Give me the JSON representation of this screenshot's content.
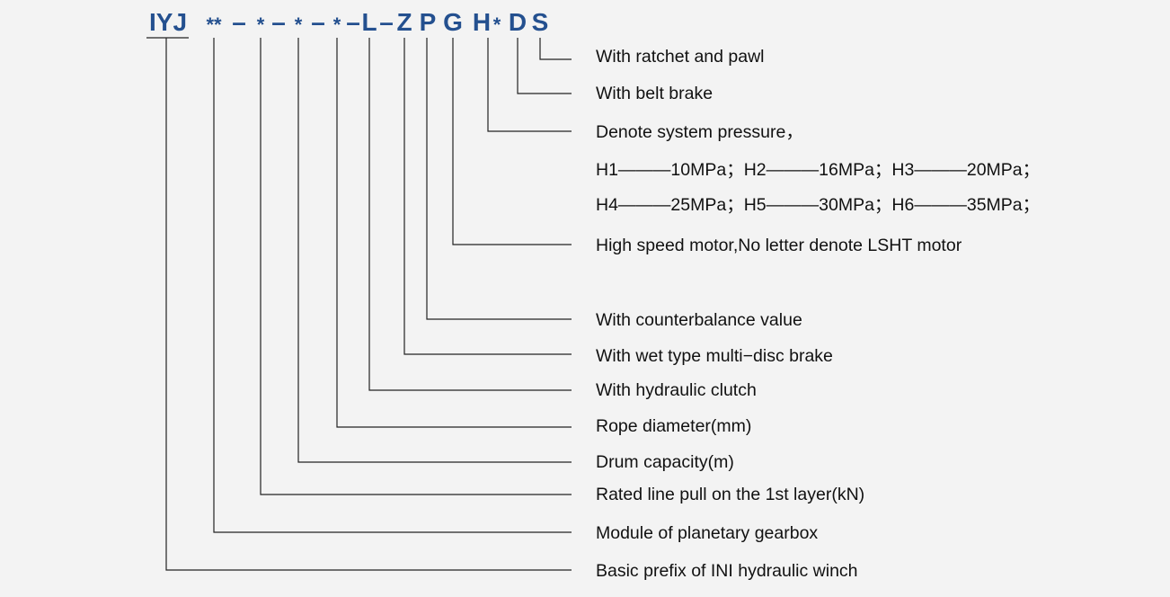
{
  "code": {
    "parts": [
      "IYJ",
      "**",
      "–",
      "*",
      "–",
      "*",
      "–",
      "*",
      "–",
      "L",
      "–",
      "Z",
      "P",
      "G",
      "H",
      "*",
      "D",
      "S"
    ]
  },
  "descriptions": {
    "ratchet": "With ratchet and pawl",
    "belt_brake": "With belt brake",
    "pressure_title": "Denote system pressure，",
    "pressure_line1": "H1———10MPa；H2———16MPa；H3———20MPa；",
    "pressure_line2": "H4———25MPa；H5———30MPa；H6———35MPa；",
    "high_speed": "High speed motor,No letter denote LSHT motor",
    "counterbalance": "With counterbalance value",
    "wet_brake": "With wet type multi−disc brake",
    "clutch": "With hydraulic clutch",
    "rope": "Rope diameter(mm)",
    "drum": "Drum capacity(m)",
    "line_pull": "Rated line pull on the 1st layer(kN)",
    "module": "Module of planetary gearbox",
    "prefix": "Basic prefix of INI hydraulic winch"
  },
  "colors": {
    "code": "#24508f",
    "text": "#111111",
    "lines": "#222222",
    "background": "#f3f3f3"
  }
}
